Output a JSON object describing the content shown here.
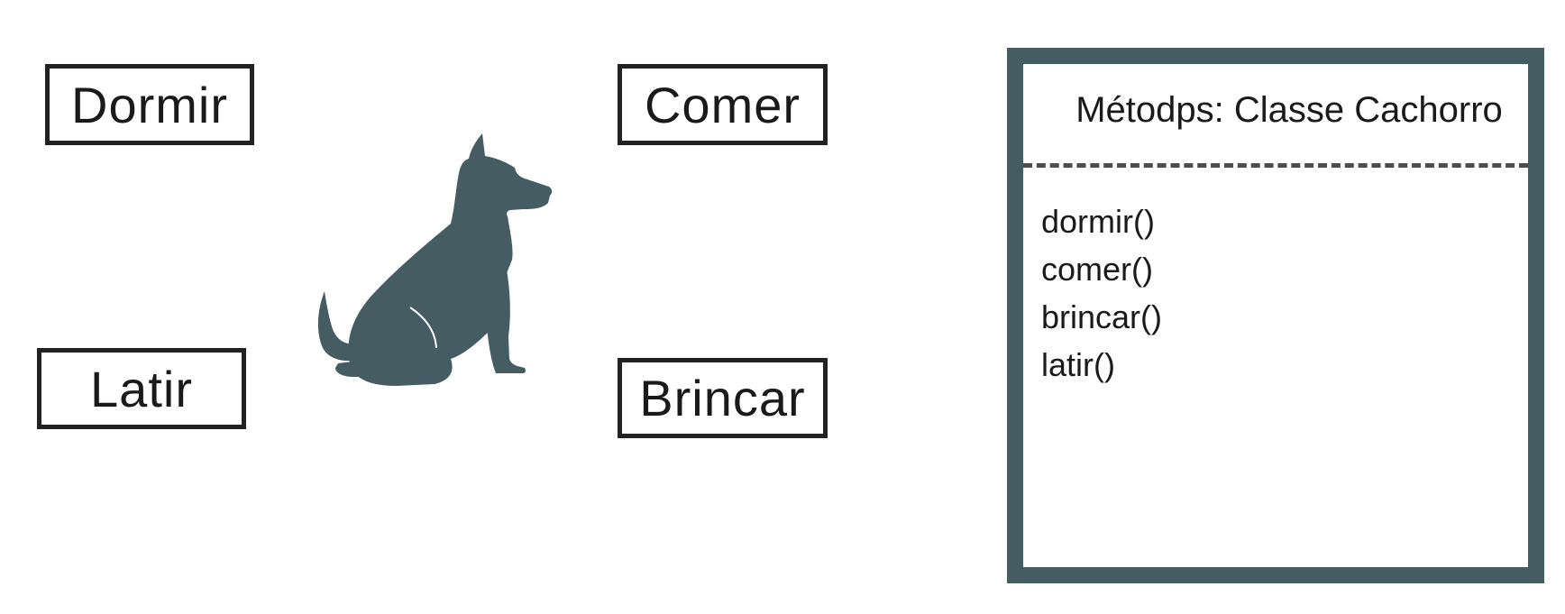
{
  "actions": {
    "dormir": "Dormir",
    "comer": "Comer",
    "latir": "Latir",
    "brincar": "Brincar"
  },
  "dog": {
    "icon": "dog-silhouette-icon",
    "color": "#455c62"
  },
  "class_panel": {
    "title": "Métodps: Classe Cachorro",
    "border_color": "#455c62",
    "methods": [
      "dormir()",
      "comer()",
      "brincar()",
      "latir()"
    ]
  }
}
